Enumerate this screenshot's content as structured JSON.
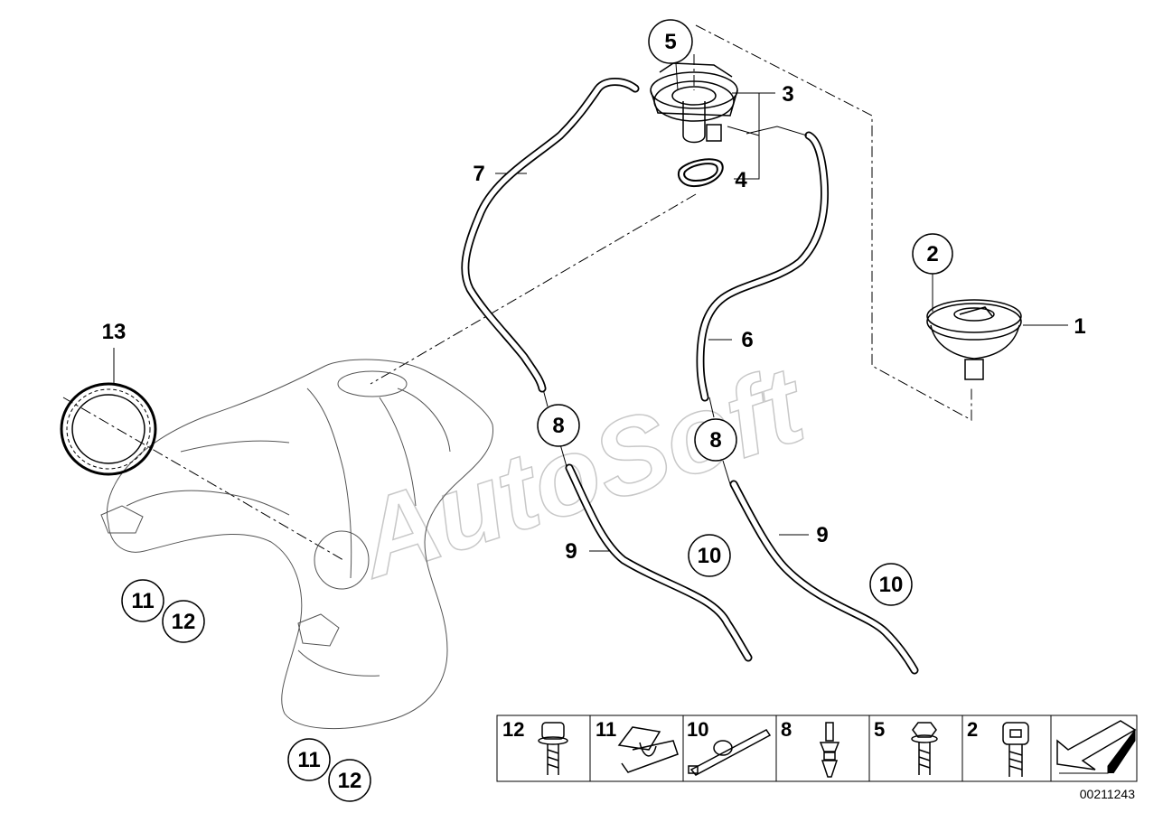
{
  "watermark": "AutoSoft",
  "document_number": "00211243",
  "callouts": {
    "c1": "1",
    "c2": "2",
    "c3": "3",
    "c4": "4",
    "c5": "5",
    "c6": "6",
    "c7": "7",
    "c8a": "8",
    "c8b": "8",
    "c9a": "9",
    "c9b": "9",
    "c10a": "10",
    "c10b": "10",
    "c11a": "11",
    "c11b": "11",
    "c12a": "12",
    "c12b": "12",
    "c13": "13"
  },
  "legend": {
    "cells": [
      {
        "number": "12",
        "part": "screw-with-washer"
      },
      {
        "number": "11",
        "part": "clip"
      },
      {
        "number": "10",
        "part": "cable-tie"
      },
      {
        "number": "8",
        "part": "connector"
      },
      {
        "number": "5",
        "part": "hex-screw"
      },
      {
        "number": "2",
        "part": "socket-head-screw"
      }
    ],
    "arrow_icon": "direction-arrow-icon"
  }
}
